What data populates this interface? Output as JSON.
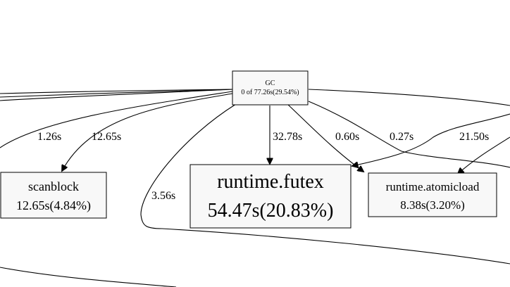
{
  "nodes": {
    "gc": {
      "name": "GC",
      "stats": "0 of 77.26s(29.54%)"
    },
    "scanblock": {
      "name": "scanblock",
      "stats": "12.65s(4.84%)"
    },
    "futex": {
      "name": "runtime.futex",
      "stats": "54.47s(20.83%)"
    },
    "atomicload": {
      "name": "runtime.atomicload",
      "stats": "8.38s(3.20%)"
    }
  },
  "edges": {
    "e1": "1.26s",
    "e2": "12.65s",
    "e3": "32.78s",
    "e4": "0.60s",
    "e5": "0.27s",
    "e6": "21.50s",
    "e7": "3.56s"
  },
  "colors": {
    "node_fill": "#f8f8f8",
    "stroke": "#000000",
    "background": "#ffffff"
  }
}
